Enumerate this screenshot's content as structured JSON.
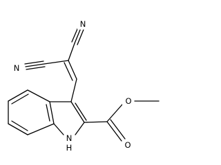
{
  "molecule": {
    "atoms": {
      "nitrile_top_n": "N",
      "nitrile_left_n": "N",
      "ester_o_carbonyl": "O",
      "ester_o_ether": "O",
      "indole_n": "N",
      "indole_nh_h": "H"
    },
    "colors": {
      "bond": "#000000",
      "label": "#000000",
      "background": "#ffffff"
    }
  }
}
